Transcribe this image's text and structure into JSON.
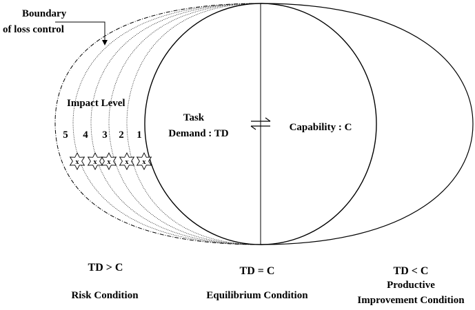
{
  "boundary_label": {
    "line1": "Boundary",
    "line2": "of loss control"
  },
  "impact": {
    "title": "Impact Level",
    "levels": [
      "5",
      "4",
      "3",
      "2",
      "1"
    ],
    "marker_glyph": "x"
  },
  "task_demand": {
    "line1": "Task",
    "line2": "Demand : TD"
  },
  "capability": "Capability : C",
  "conditions": {
    "risk": {
      "formula": "TD > C",
      "name": "Risk Condition"
    },
    "equilibrium": {
      "formula": "TD = C",
      "name": "Equilibrium Condition"
    },
    "productive": {
      "formula": "TD < C",
      "name_line1": "Productive",
      "name_line2": "Improvement Condition"
    }
  },
  "colors": {
    "stroke": "#000000",
    "background": "#ffffff"
  }
}
